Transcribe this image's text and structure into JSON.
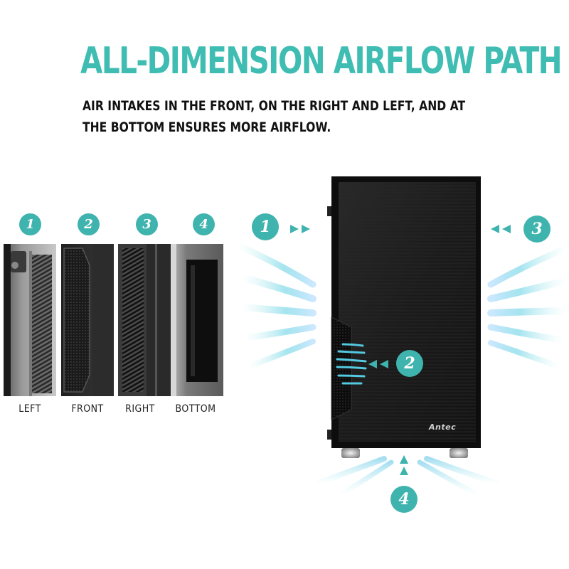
{
  "heading": {
    "title": "ALL-DIMENSION AIRFLOW PATH",
    "subtitle_line1": "AIR INTAKES IN THE FRONT, ON THE RIGHT AND LEFT, AND AT",
    "subtitle_line2": "THE BOTTOM ENSURES MORE AIRFLOW."
  },
  "thumbnails": [
    {
      "number": "1",
      "label": "LEFT"
    },
    {
      "number": "2",
      "label": "FRONT"
    },
    {
      "number": "3",
      "label": "RIGHT"
    },
    {
      "number": "4",
      "label": "BOTTOM"
    }
  ],
  "case": {
    "brand": "Antec",
    "markers": {
      "left": "1",
      "front": "2",
      "right": "3",
      "bottom": "4"
    }
  },
  "colors": {
    "accent": "#3fb3ad",
    "title": "#3fbdb3",
    "case_body": "#1c1c1c",
    "airflow": "#5fd0e6"
  }
}
